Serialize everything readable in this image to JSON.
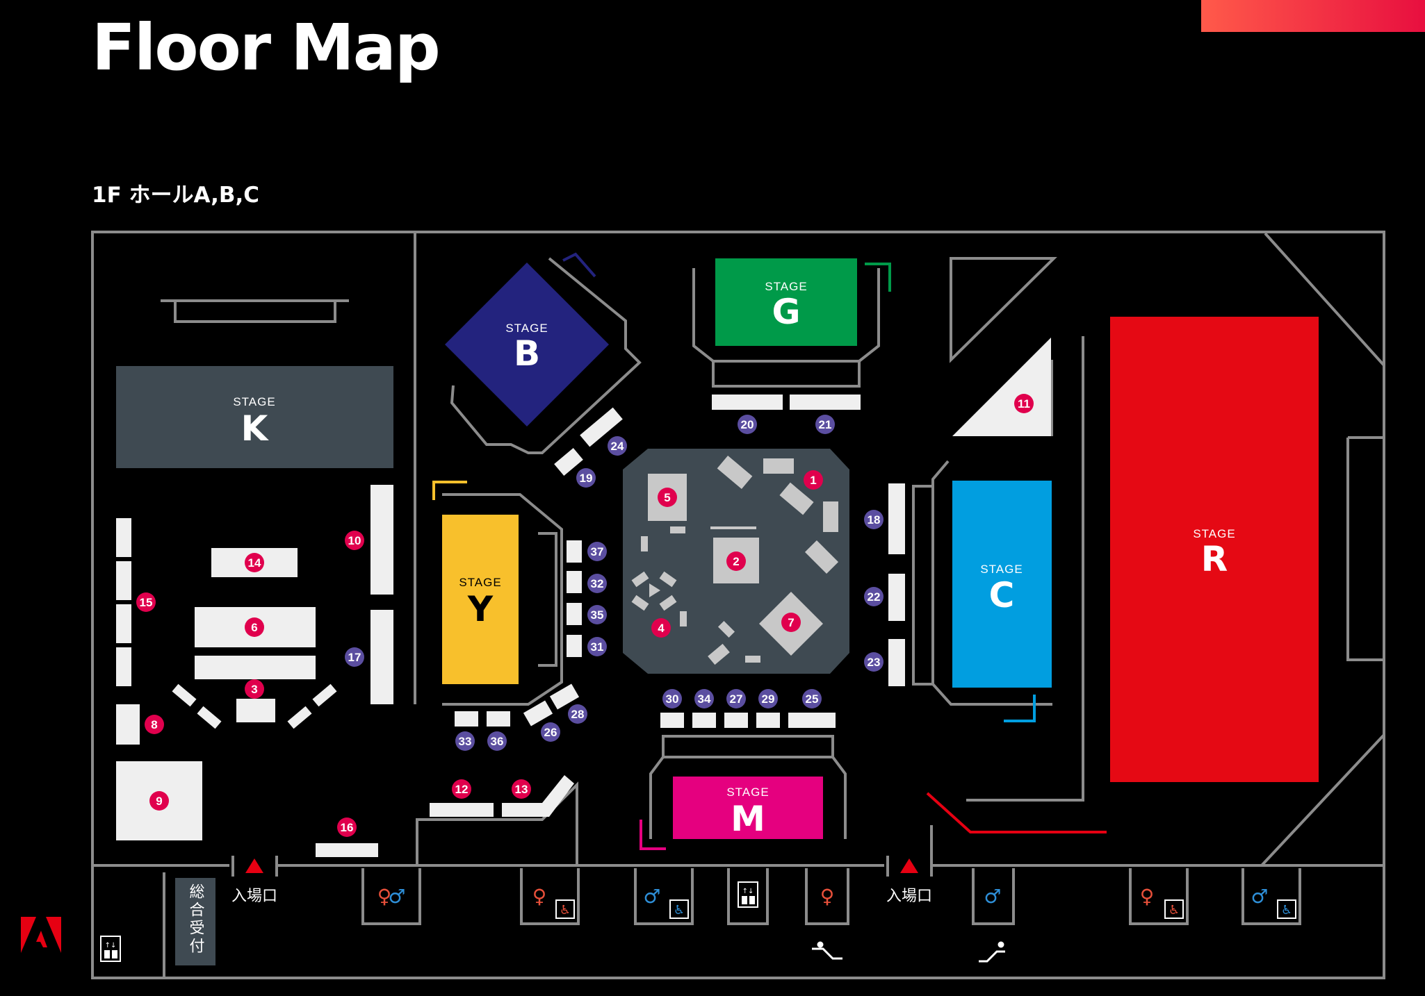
{
  "header": {
    "title": "Floor Map",
    "floor": "1F ホールA,B,C"
  },
  "brand": {
    "logo_icon": "adobe-logo-icon"
  },
  "stages": {
    "K": {
      "label": "STAGE",
      "letter": "K",
      "color": "#3f4a52"
    },
    "B": {
      "label": "STAGE",
      "letter": "B",
      "color": "#23237e"
    },
    "G": {
      "label": "STAGE",
      "letter": "G",
      "color": "#009a49"
    },
    "Y": {
      "label": "STAGE",
      "letter": "Y",
      "color": "#f8c02c"
    },
    "C": {
      "label": "STAGE",
      "letter": "C",
      "color": "#019ee0"
    },
    "R": {
      "label": "STAGE",
      "letter": "R",
      "color": "#e50914"
    },
    "M": {
      "label": "STAGE",
      "letter": "M",
      "color": "#e5007f"
    }
  },
  "booths_red": [
    "1",
    "2",
    "3",
    "4",
    "5",
    "6",
    "7",
    "8",
    "9",
    "10",
    "11",
    "12",
    "13",
    "14",
    "15",
    "16"
  ],
  "booths_purple": [
    "17",
    "18",
    "19",
    "20",
    "21",
    "22",
    "23",
    "24",
    "25",
    "26",
    "27",
    "28",
    "29",
    "30",
    "31",
    "32",
    "33",
    "34",
    "35",
    "36",
    "37"
  ],
  "facilities": {
    "entrance_left": "入場口",
    "entrance_right": "入場口",
    "reception": "総合受付"
  },
  "colors": {
    "booth_red": "#e0004d",
    "booth_purple": "#5b4ea0",
    "wall": "#8c8c8c",
    "booth_block": "#efefef",
    "entrance_marker": "#e60012",
    "arrow_red": "#e60012"
  },
  "icons": [
    "restroom-icon",
    "accessible-restroom-icon",
    "elevator-icon",
    "escalator-down-icon",
    "escalator-up-icon",
    "entrance-arrow-icon"
  ]
}
